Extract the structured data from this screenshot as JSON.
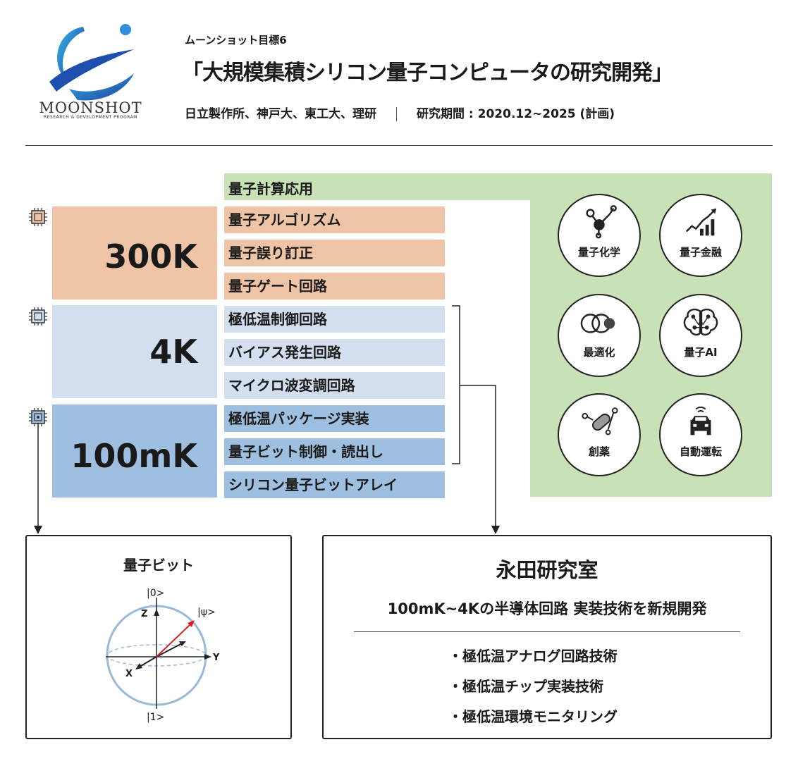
{
  "header": {
    "logo_word": "MOONSHOT",
    "logo_sub": "RESEARCH & DEVELOPMENT PROGRAM",
    "kicker": "ムーンショット目標6",
    "title": "「大規模集積シリコン量子コンピュータの研究開発」",
    "institutions": "日立製作所、神戸大、東工大、理研",
    "period": "研究期間 : 2020.12~2025 (計画)"
  },
  "applications": {
    "title": "量子計算応用",
    "items": [
      {
        "label": "量子化学",
        "icon": "molecule-icon"
      },
      {
        "label": "量子金融",
        "icon": "rising-chart-icon"
      },
      {
        "label": "最適化",
        "icon": "overlapping-circles-icon"
      },
      {
        "label": "量子AI",
        "icon": "brain-network-icon"
      },
      {
        "label": "創薬",
        "icon": "capsule-icon"
      },
      {
        "label": "自動運転",
        "icon": "connected-car-icon"
      }
    ]
  },
  "stack": {
    "levels": [
      {
        "temp": "300K",
        "rows": [
          "量子アルゴリズム",
          "量子誤り訂正",
          "量子ゲート回路"
        ]
      },
      {
        "temp": "4K",
        "rows": [
          "極低温制御回路",
          "バイアス発生回路",
          "マイクロ波変調回路"
        ]
      },
      {
        "temp": "100mK",
        "rows": [
          "極低温パッケージ実装",
          "量子ビット制御・読出し",
          "シリコン量子ビットアレイ"
        ]
      }
    ],
    "colors": {
      "300K": "#efc3a6",
      "4K": "#d3deef",
      "100mK": "#9fbfe0",
      "application": "#c8e1b6"
    }
  },
  "qubit": {
    "title": "量子ビット",
    "ket0": "|0>",
    "ket1": "|1>",
    "ketpsi": "|ψ>",
    "axis_x": "X",
    "axis_y": "Y",
    "axis_z": "Z"
  },
  "lab": {
    "title": "永田研究室",
    "subtitle": "100mK~4Kの半導体回路 実装技術を新規開発",
    "items": [
      "・極低温アナログ回路技術",
      "・極低温チップ実装技術",
      "・極低温環境モニタリング"
    ]
  }
}
